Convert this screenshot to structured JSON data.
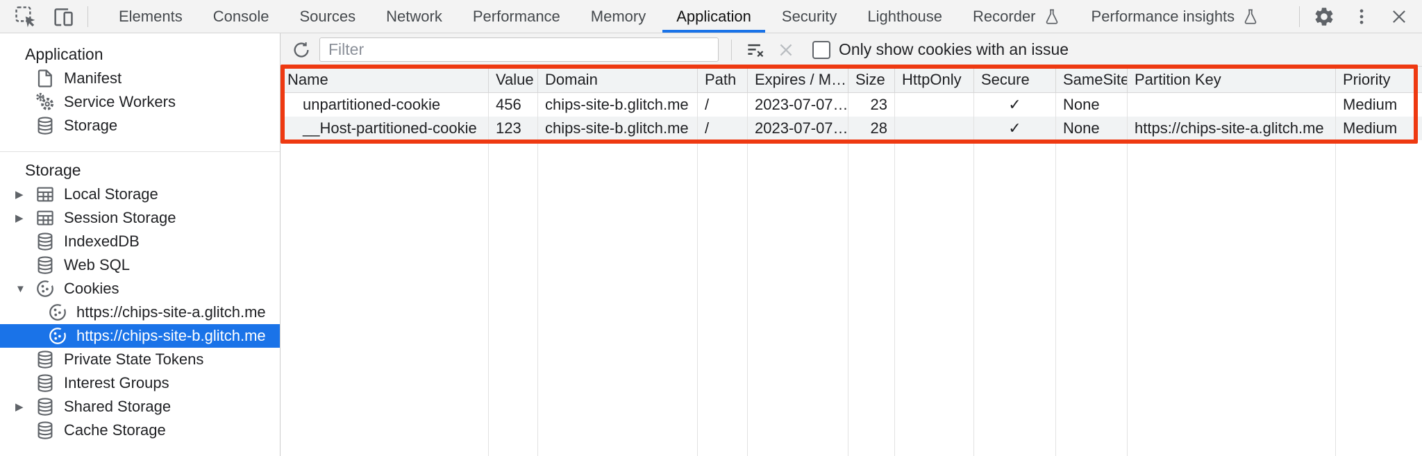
{
  "toolbar": {
    "tabs": [
      {
        "label": "Elements"
      },
      {
        "label": "Console"
      },
      {
        "label": "Sources"
      },
      {
        "label": "Network"
      },
      {
        "label": "Performance"
      },
      {
        "label": "Memory"
      },
      {
        "label": "Application",
        "selected": true
      },
      {
        "label": "Security"
      },
      {
        "label": "Lighthouse"
      },
      {
        "label": "Recorder",
        "experimental": true,
        "icon": "flask-icon"
      },
      {
        "label": "Performance insights",
        "experimental": true,
        "icon": "flask-icon"
      }
    ],
    "left_icons": [
      {
        "name": "inspect-icon"
      },
      {
        "name": "device-toolbar-icon"
      }
    ],
    "right_icons": [
      {
        "name": "gear-icon"
      },
      {
        "name": "three-dot-menu-icon"
      },
      {
        "name": "close-icon"
      }
    ]
  },
  "sidebar": {
    "sections": [
      {
        "title": "Application",
        "items": [
          {
            "label": "Manifest",
            "icon": "document-icon"
          },
          {
            "label": "Service Workers",
            "icon": "gears-icon"
          },
          {
            "label": "Storage",
            "icon": "database-icon"
          }
        ]
      },
      {
        "title": "Storage",
        "items": [
          {
            "label": "Local Storage",
            "icon": "table-icon",
            "twisty": "collapsed"
          },
          {
            "label": "Session Storage",
            "icon": "table-icon",
            "twisty": "collapsed"
          },
          {
            "label": "IndexedDB",
            "icon": "database-icon"
          },
          {
            "label": "Web SQL",
            "icon": "database-icon"
          },
          {
            "label": "Cookies",
            "icon": "cookie-icon",
            "twisty": "expanded"
          },
          {
            "label": "https://chips-site-a.glitch.me",
            "icon": "cookie-icon",
            "child": true
          },
          {
            "label": "https://chips-site-b.glitch.me",
            "icon": "cookie-icon",
            "child": true,
            "selected": true
          },
          {
            "label": "Private State Tokens",
            "icon": "database-icon"
          },
          {
            "label": "Interest Groups",
            "icon": "database-icon"
          },
          {
            "label": "Shared Storage",
            "icon": "database-icon",
            "twisty": "collapsed"
          },
          {
            "label": "Cache Storage",
            "icon": "database-icon"
          }
        ]
      }
    ],
    "twisty_collapsed": "▶",
    "twisty_expanded": "▼"
  },
  "cookies_panel": {
    "filter": {
      "placeholder": "Filter",
      "value": ""
    },
    "issue_filter_label": "Only show cookies with an issue",
    "annotation_color": "#ee3911",
    "table": {
      "columns": [
        "Name",
        "Value",
        "Domain",
        "Path",
        "Expires / M…",
        "Size",
        "HttpOnly",
        "Secure",
        "SameSite",
        "Partition Key",
        "Priority"
      ],
      "rows": [
        {
          "name": "unpartitioned-cookie",
          "value": "456",
          "domain": "chips-site-b.glitch.me",
          "path": "/",
          "expires": "2023-07-07…",
          "size": "23",
          "http_only": "",
          "secure": "✓",
          "same_site": "None",
          "partition_key": "",
          "priority": "Medium"
        },
        {
          "name": "__Host-partitioned-cookie",
          "value": "123",
          "domain": "chips-site-b.glitch.me",
          "path": "/",
          "expires": "2023-07-07…",
          "size": "28",
          "http_only": "",
          "secure": "✓",
          "same_site": "None",
          "partition_key": "https://chips-site-a.glitch.me",
          "priority": "Medium"
        }
      ]
    }
  },
  "colors": {
    "accent_blue": "#1a73e8",
    "annotation_red": "#ee3911",
    "selected_row_bg": "#1a73e8",
    "toolbar_bg": "#f3f3f3",
    "stripe_bg": "#f1f3f4"
  }
}
